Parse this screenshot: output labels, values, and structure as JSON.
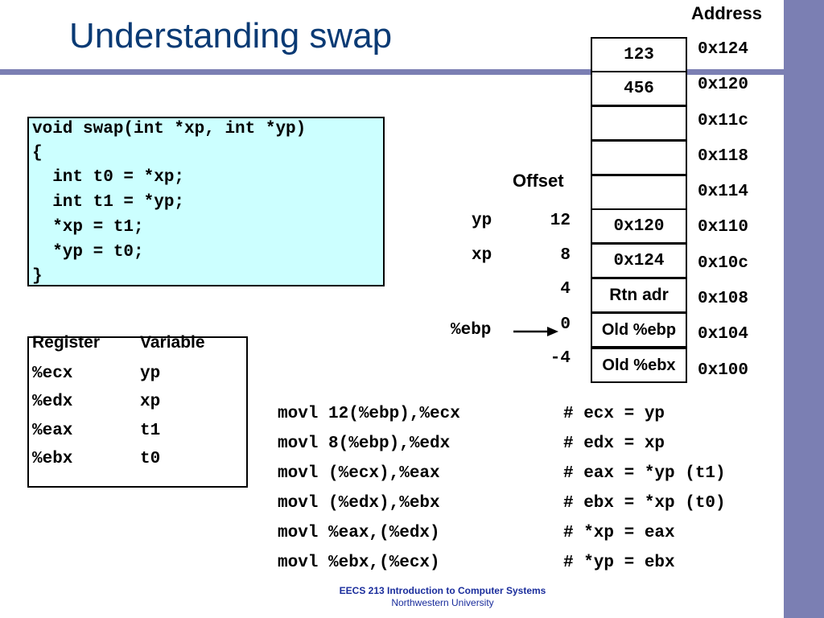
{
  "slide": {
    "title": "Understanding swap",
    "footer_line1": "EECS 213 Introduction to Computer Systems",
    "footer_line2": "Northwestern University"
  },
  "code": {
    "lines": [
      "void swap(int *xp, int *yp)",
      "{",
      "  int t0 = *xp;",
      "  int t1 = *yp;",
      "  *xp = t1;",
      "  *yp = t0;",
      "}"
    ]
  },
  "register_table": {
    "header_register": "Register",
    "header_variable": "Variable",
    "rows": [
      {
        "register": "%ecx",
        "variable": "yp"
      },
      {
        "register": "%edx",
        "variable": "xp"
      },
      {
        "register": "%eax",
        "variable": "t1"
      },
      {
        "register": "%ebx",
        "variable": "t0"
      }
    ]
  },
  "stack": {
    "address_header": "Address",
    "offset_header": "Offset",
    "cells": [
      {
        "value": "123",
        "address": "0x124"
      },
      {
        "value": "456",
        "address": "0x120"
      },
      {
        "value": "",
        "address": "0x11c"
      },
      {
        "value": "",
        "address": "0x118"
      },
      {
        "value": "",
        "address": "0x114"
      },
      {
        "value": "0x120",
        "address": "0x110"
      },
      {
        "value": "0x124",
        "address": "0x10c"
      },
      {
        "value": "Rtn adr",
        "address": "0x108"
      },
      {
        "value": "Old %ebp",
        "address": "0x104"
      },
      {
        "value": "Old %ebx",
        "address": "0x100"
      }
    ],
    "offsets": [
      {
        "name": "yp",
        "offset": "12"
      },
      {
        "name": "xp",
        "offset": "8"
      },
      {
        "name": "",
        "offset": "4"
      },
      {
        "name": "%ebp",
        "offset": "0"
      },
      {
        "name": "",
        "offset": "-4"
      }
    ]
  },
  "assembly": [
    {
      "instr": "movl 12(%ebp),%ecx",
      "comment": "# ecx = yp"
    },
    {
      "instr": "movl 8(%ebp),%edx",
      "comment": "# edx = xp"
    },
    {
      "instr": "movl (%ecx),%eax",
      "comment": "# eax = *yp (t1)"
    },
    {
      "instr": "movl (%edx),%ebx",
      "comment": "# ebx = *xp (t0)"
    },
    {
      "instr": "movl %eax,(%edx)",
      "comment": "# *xp = eax"
    },
    {
      "instr": "movl %ebx,(%ecx)",
      "comment": "# *yp = ebx"
    }
  ],
  "colors": {
    "accent_bar": "#7b7fb3",
    "title": "#0a3a74",
    "code_background": "#ccffff",
    "footer": "#1a2d9c"
  }
}
